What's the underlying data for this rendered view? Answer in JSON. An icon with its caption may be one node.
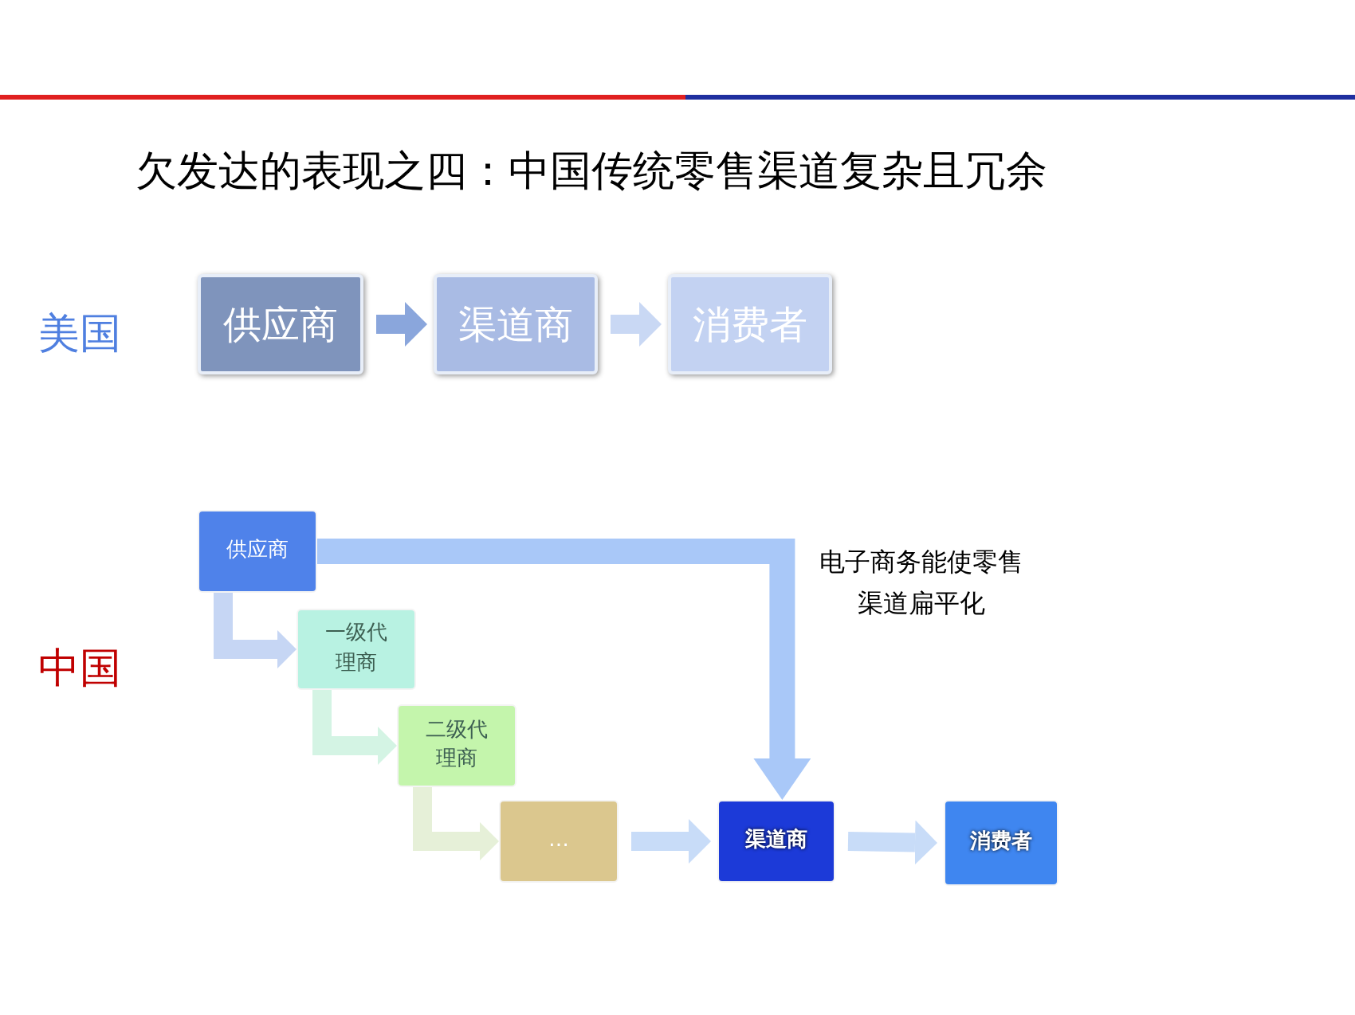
{
  "diagram": {
    "title": "欠发达的表现之四：中国传统零售渠道复杂且冗余",
    "nodes": [
      {
        "text": [
          "供应商"
        ]
      },
      {
        "text": [
          "渠道商"
        ]
      },
      {
        "text": [
          "消费者"
        ]
      },
      {
        "text": [
          "供应商"
        ]
      },
      {
        "text": [
          "一级代理商"
        ]
      },
      {
        "text": [
          "二级代理商"
        ]
      },
      {
        "text": [
          "…"
        ]
      },
      {
        "text": [
          "渠道商"
        ]
      },
      {
        "text": [
          "消费者"
        ]
      }
    ],
    "edges": [
      {
        "from": 0,
        "to": 1,
        "arrow": "to",
        "color": "#8aa6dc"
      },
      {
        "from": 1,
        "to": 2,
        "arrow": "to",
        "color": "#c9d8f4"
      },
      {
        "from": 3,
        "to": 4,
        "arrow": "to",
        "color": "#c6d6f4"
      },
      {
        "from": 4,
        "to": 5,
        "arrow": "to",
        "color": "#d4f4e4"
      },
      {
        "from": 5,
        "to": 6,
        "arrow": "to",
        "color": "#e6f0d8"
      },
      {
        "from": 6,
        "to": 7,
        "arrow": "to",
        "color": "#c8dcf8"
      },
      {
        "from": 7,
        "to": 8,
        "arrow": "to",
        "color": "#c8dcf8"
      },
      {
        "from": 3,
        "to": 7,
        "arrow": "to",
        "color": "#a9c8f8",
        "label": "电子商务能使零售渠道扁平化"
      }
    ],
    "labels": [
      "美国",
      "中国"
    ]
  }
}
